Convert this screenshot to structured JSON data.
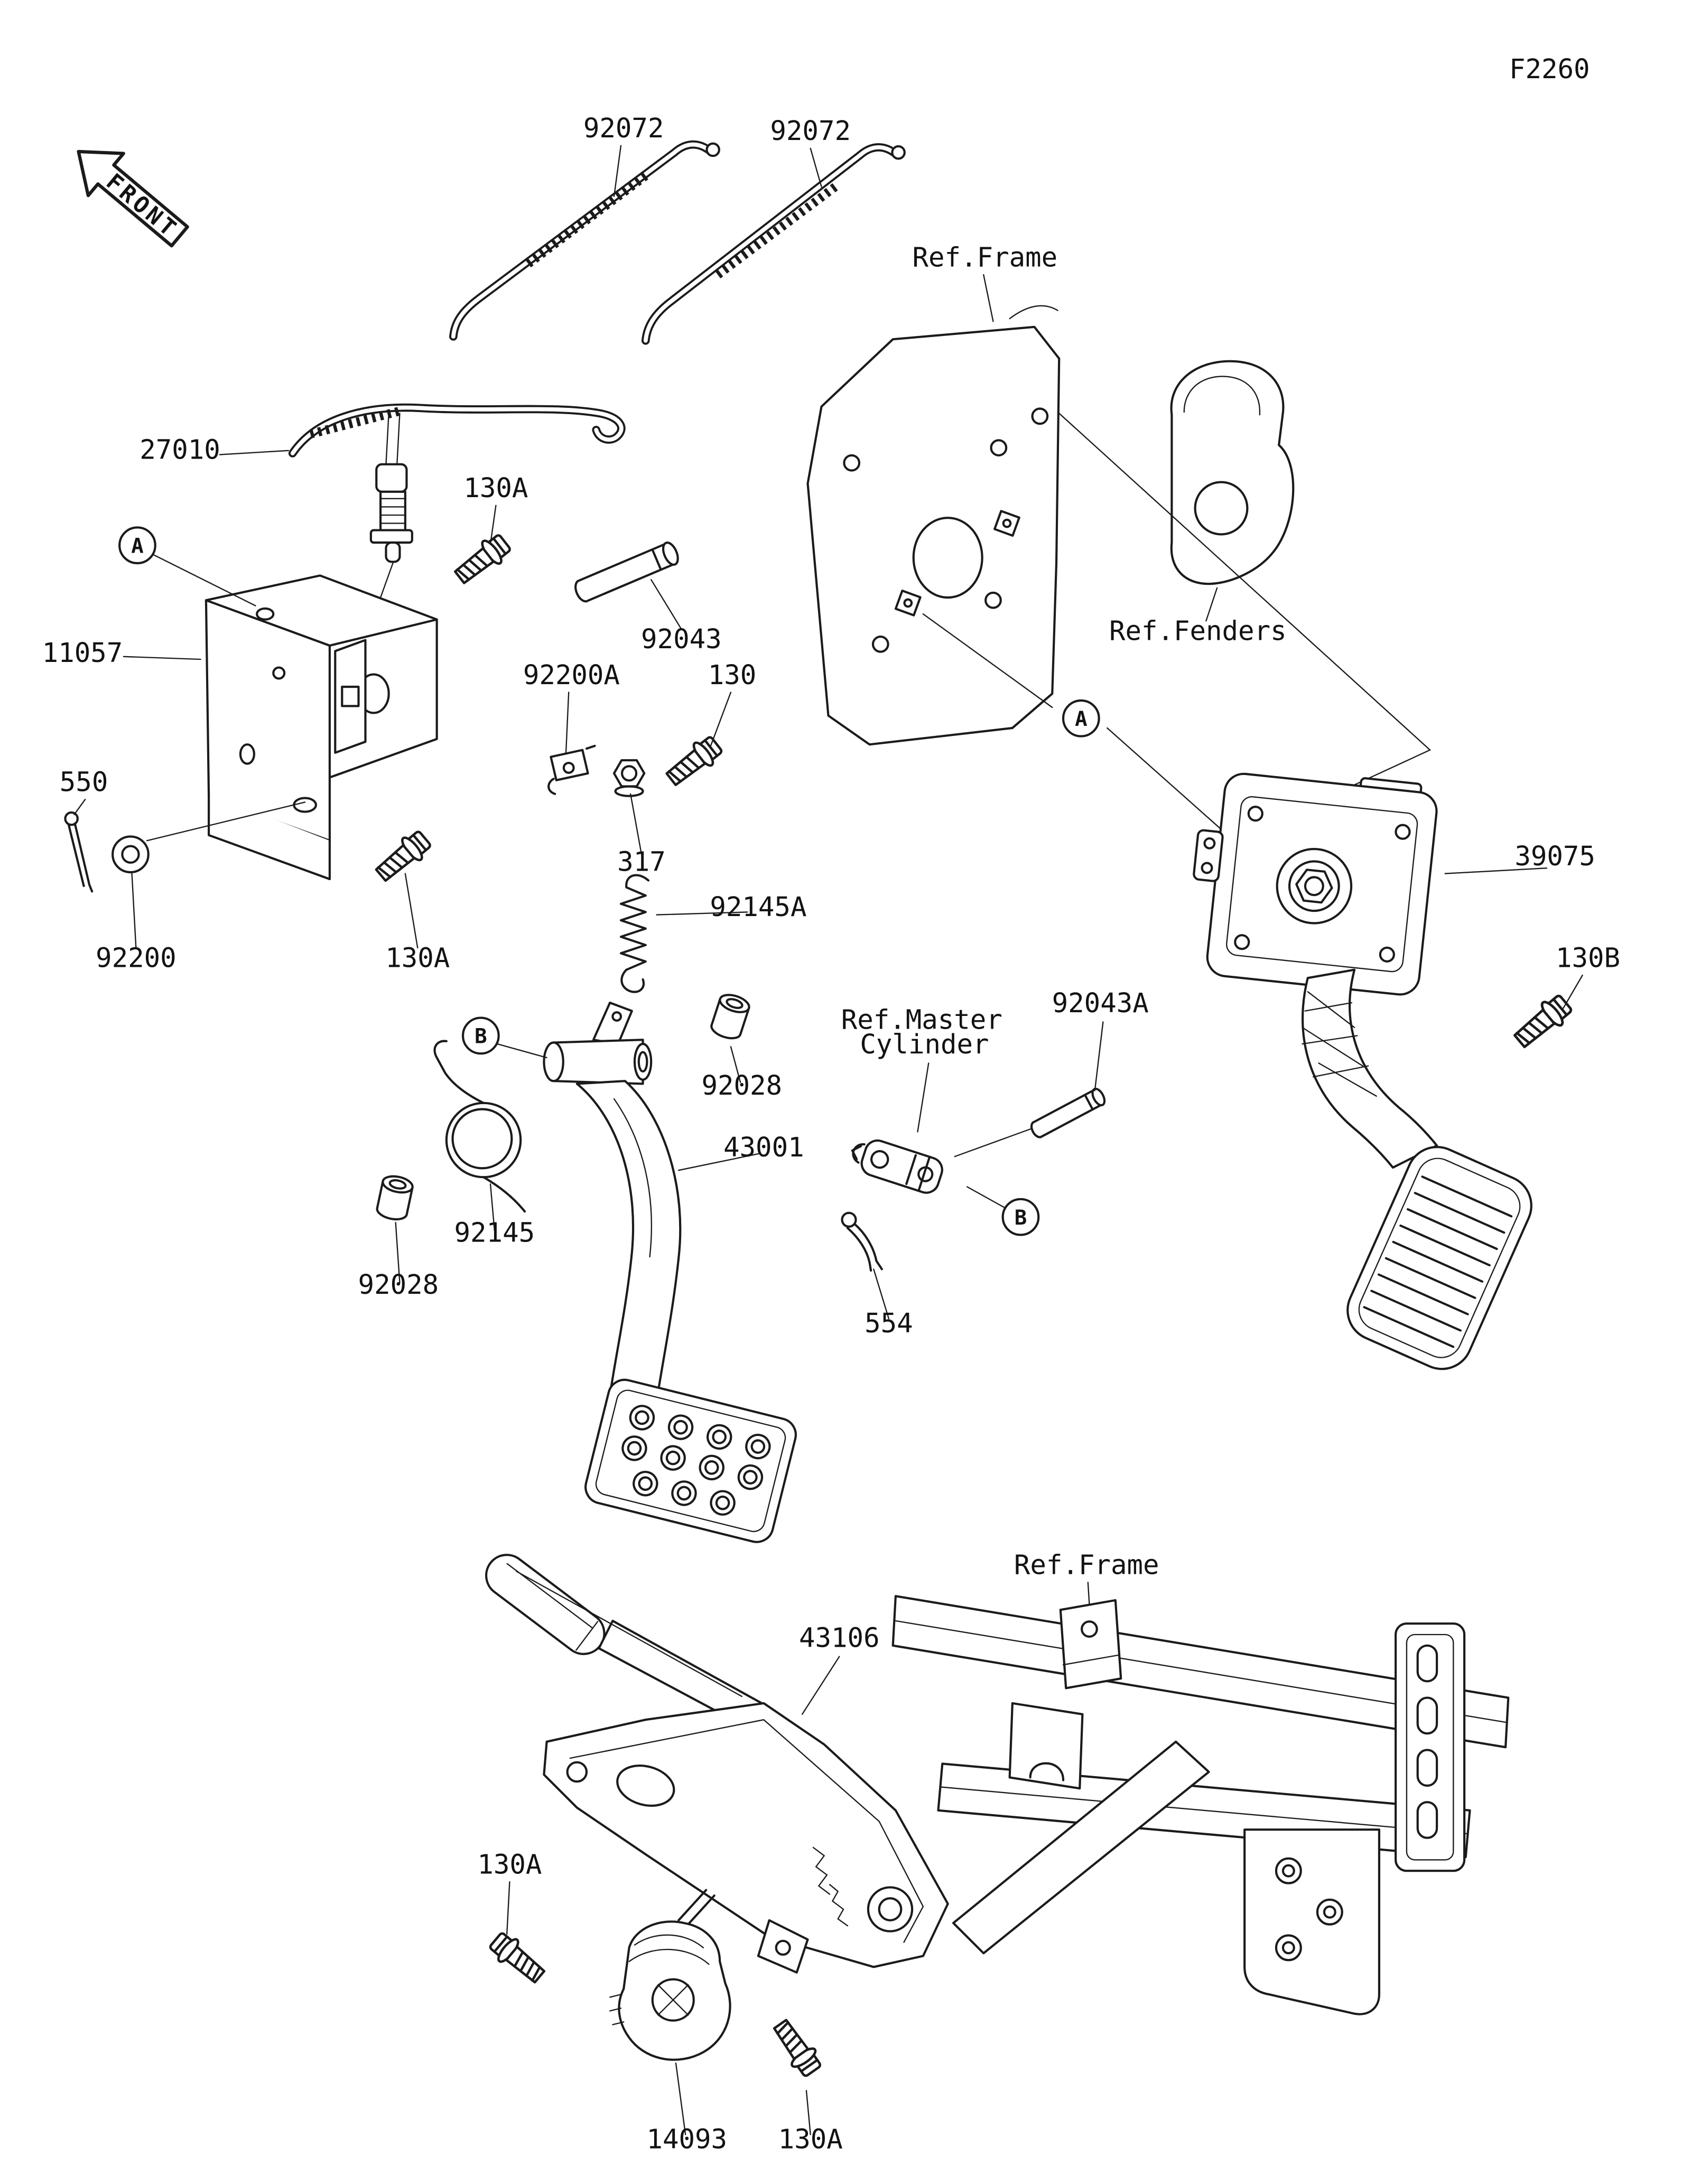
{
  "figure": {
    "code": "F2260",
    "orientation_label": "FRONT"
  },
  "callouts": {
    "c92072_left": "92072",
    "c92072_right": "92072",
    "ref_frame_top": "Ref.Frame",
    "c27010": "27010",
    "c130a_top": "130A",
    "c92043": "92043",
    "ref_fenders": "Ref.Fenders",
    "c11057": "11057",
    "c92200a": "92200A",
    "c130": "130",
    "c550": "550",
    "c317": "317",
    "c39075": "39075",
    "c92145a": "92145A",
    "c92200": "92200",
    "c130a_left": "130A",
    "c130b": "130B",
    "ref_master_line1": "Ref.Master",
    "ref_master_line2": "Cylinder",
    "c92043a": "92043A",
    "c92028_upper": "92028",
    "c43001": "43001",
    "c92145": "92145",
    "c92028_lower": "92028",
    "c554": "554",
    "ref_frame_bottom": "Ref.Frame",
    "c43106": "43106",
    "c130a_bottom_left": "130A",
    "c14093": "14093",
    "c130a_bottom_right": "130A"
  },
  "markers": {
    "a": "A",
    "b": "B"
  }
}
